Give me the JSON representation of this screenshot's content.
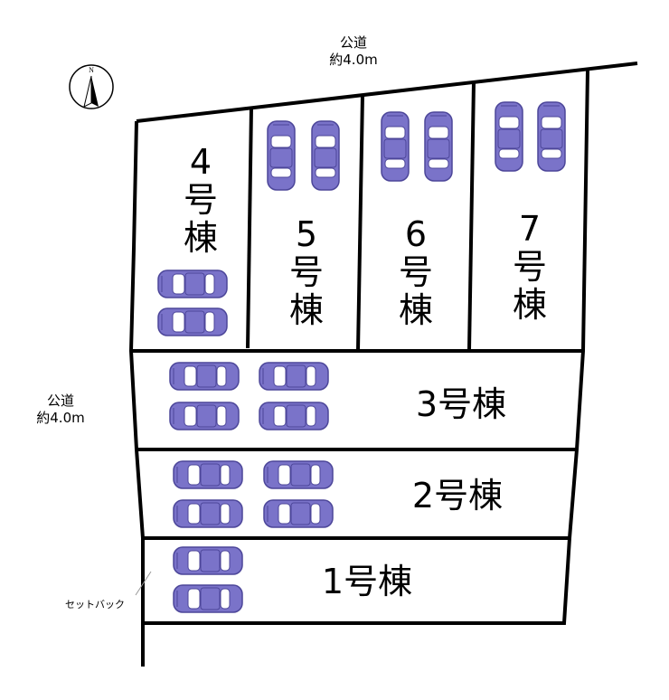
{
  "roads": [
    {
      "id": "north-road",
      "line1": "公道",
      "line2": "約4.0m"
    },
    {
      "id": "west-road",
      "line1": "公道",
      "line2": "約4.0m"
    }
  ],
  "compass": {
    "letter": "N",
    "icon": "north-arrow-icon"
  },
  "setback_label": "セットバック",
  "lots": [
    {
      "id": "lot-4",
      "text": "4号棟",
      "layout": "vertical",
      "parking_spaces": 2
    },
    {
      "id": "lot-5",
      "text": "5号棟",
      "layout": "vertical",
      "parking_spaces": 2
    },
    {
      "id": "lot-6",
      "text": "6号棟",
      "layout": "vertical",
      "parking_spaces": 2
    },
    {
      "id": "lot-7",
      "text": "7号棟",
      "layout": "vertical",
      "parking_spaces": 2
    },
    {
      "id": "lot-3",
      "text": "3号棟",
      "layout": "horizontal",
      "parking_spaces": 4
    },
    {
      "id": "lot-2",
      "text": "2号棟",
      "layout": "horizontal",
      "parking_spaces": 4
    },
    {
      "id": "lot-1",
      "text": "1号棟",
      "layout": "horizontal",
      "parking_spaces": 2
    }
  ],
  "colors": {
    "car_body": "#7a73c9",
    "car_dark": "#4c4699",
    "glass": "#ffffff",
    "line": "#000000"
  }
}
